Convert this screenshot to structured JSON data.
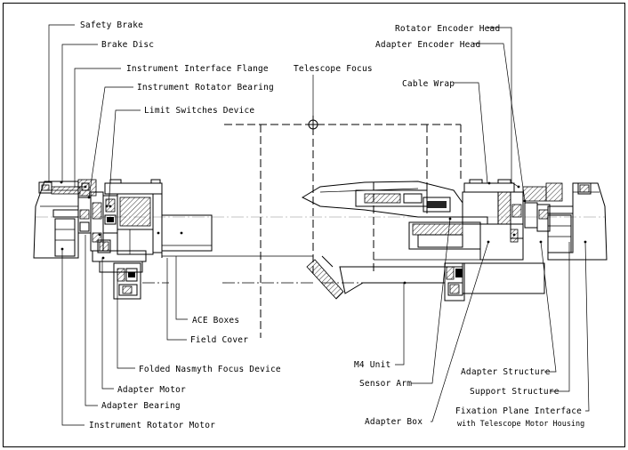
{
  "labels": {
    "safety_brake": "Safety Brake",
    "brake_disc": "Brake Disc",
    "instrument_interface_flange": "Instrument Interface Flange",
    "instrument_rotator_bearing": "Instrument Rotator Bearing",
    "limit_switches_device": "Limit Switches Device",
    "telescope_focus": "Telescope Focus",
    "rotator_encoder_head": "Rotator Encoder Head",
    "adapter_encoder_head": "Adapter Encoder Head",
    "cable_wrap": "Cable Wrap",
    "ace_boxes": "ACE Boxes",
    "field_cover": "Field Cover",
    "folded_nasmyth_focus_device": "Folded Nasmyth Focus Device",
    "adapter_motor": "Adapter Motor",
    "adapter_bearing": "Adapter Bearing",
    "instrument_rotator_motor": "Instrument Rotator Motor",
    "m4_unit": "M4 Unit",
    "sensor_arm": "Sensor Arm",
    "adapter_box": "Adapter Box",
    "adapter_structure": "Adapter Structure",
    "support_structure": "Support Structure",
    "fixation_plane_interface": "Fixation Plane Interface",
    "fixation_plane_interface_2": "with Telescope Motor Housing"
  }
}
